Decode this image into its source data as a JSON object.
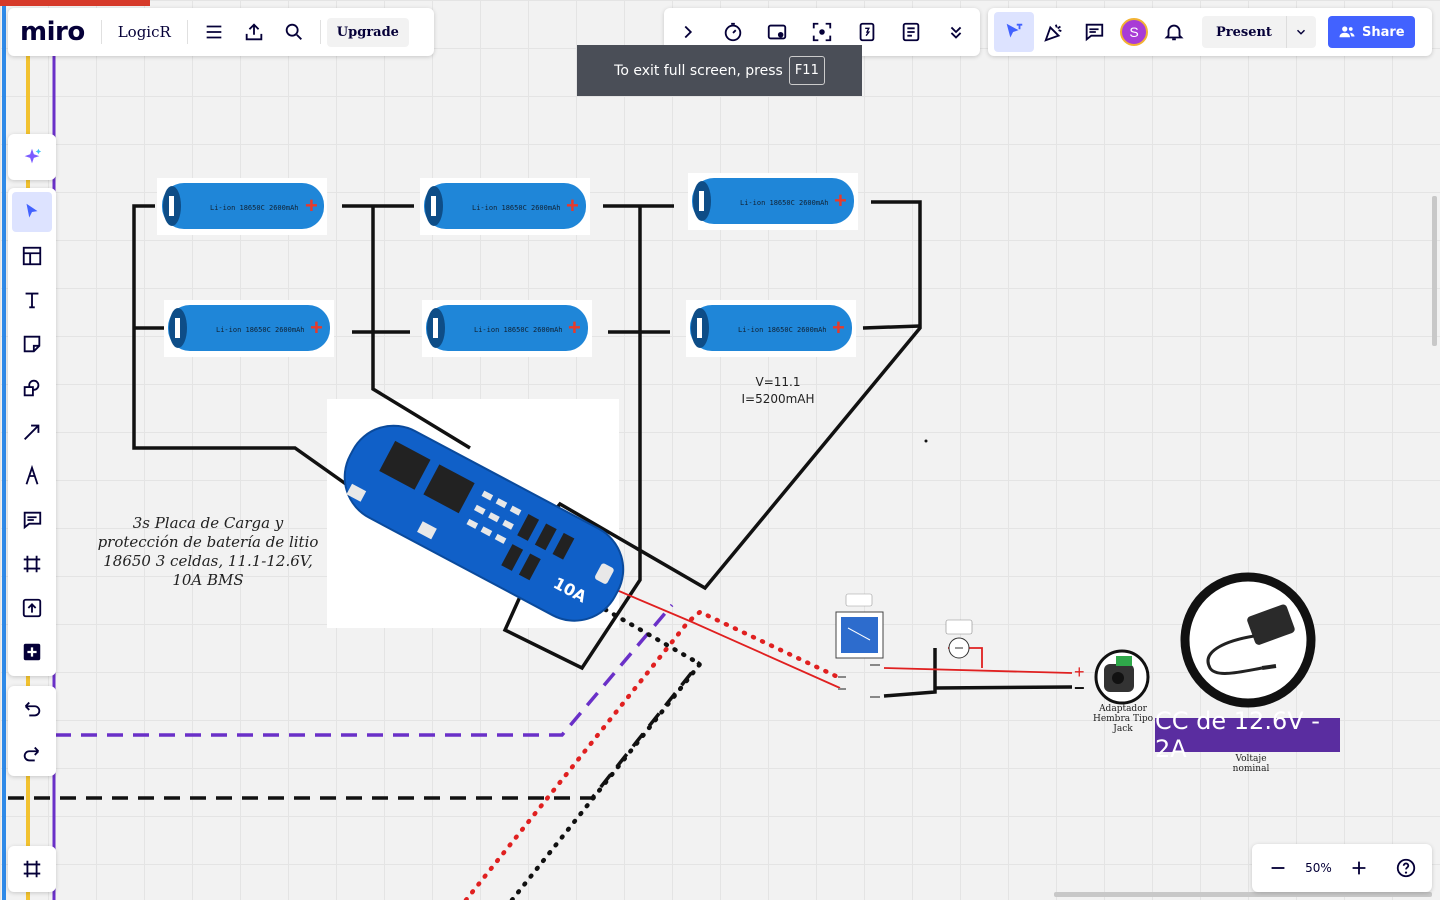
{
  "app": {
    "logo": "miro",
    "board_name": "LogicR",
    "upgrade_label": "Upgrade"
  },
  "toolbar_right": {
    "avatar_initial": "S",
    "present_label": "Present",
    "share_label": "Share"
  },
  "fullscreen_toast": {
    "text": "To exit full screen, press",
    "key": "F11"
  },
  "zoom": {
    "value": "50%"
  },
  "canvas": {
    "battery_cell_label": "Li-ion 18650C 2600mAh",
    "battery_spec": {
      "voltage": "V=11.1",
      "current": "I=5200mAH"
    },
    "bms_caption": "3s Placa de Carga y protección de batería de litio 18650 3 celdas, 11.1-12.6V, 10A BMS",
    "bms_badge": "10A",
    "adapter_caption": "Adaptador Hembra Tipo Jack",
    "supply_label": "CC de 12.6V - 2A",
    "supply_caption": "Voltaje nominal",
    "polarity_plus": "+",
    "polarity_minus": "−"
  },
  "colors": {
    "accent": "#4262ff",
    "brand_dark": "#050038",
    "supply_label_bg": "#5a2da0",
    "battery_blue": "#1f86d8",
    "toast_bg": "#4a4e57"
  }
}
